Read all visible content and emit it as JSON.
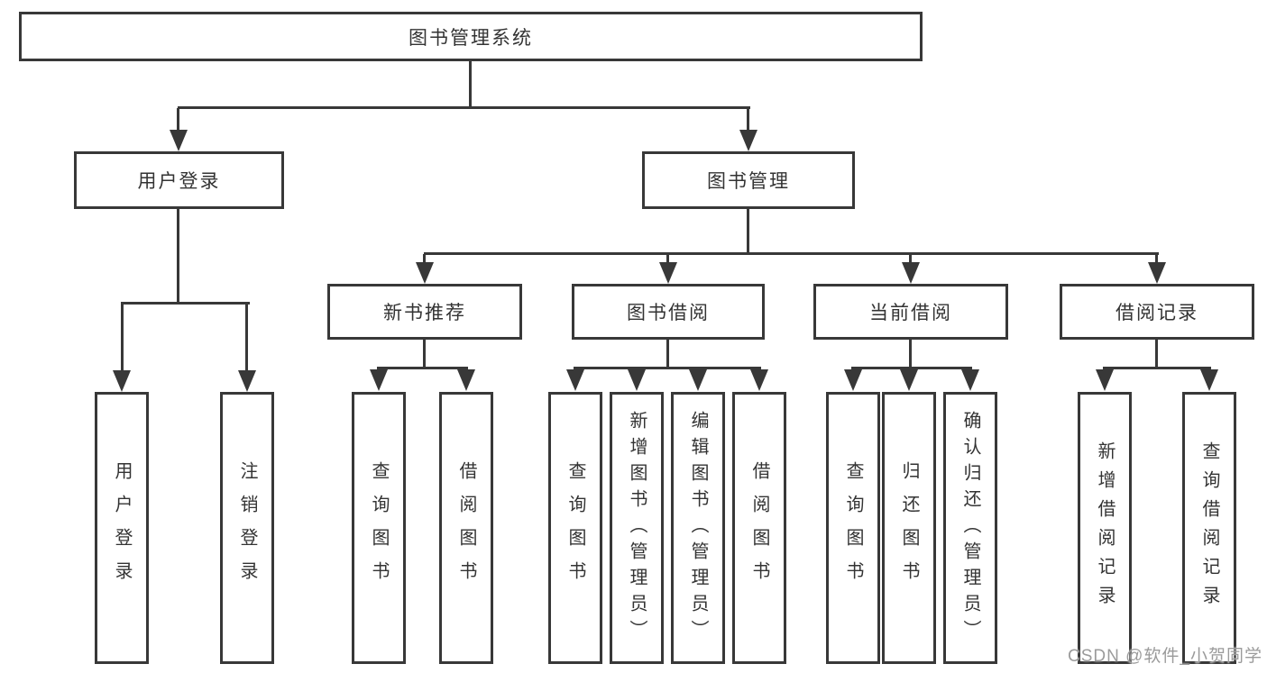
{
  "diagram": {
    "root": {
      "label": "图书管理系统"
    },
    "branches": [
      {
        "label": "用户登录",
        "leaves": [
          "用户登录",
          "注销登录"
        ]
      },
      {
        "label": "图书管理",
        "groups": [
          {
            "label": "新书推荐",
            "leaves": [
              "查询图书",
              "借阅图书"
            ]
          },
          {
            "label": "图书借阅",
            "leaves": [
              "查询图书",
              "新增图书（管理员）",
              "编辑图书（管理员）",
              "借阅图书"
            ]
          },
          {
            "label": "当前借阅",
            "leaves": [
              "查询图书",
              "归还图书",
              "确认归还（管理员）"
            ]
          },
          {
            "label": "借阅记录",
            "leaves": [
              "新增借阅记录",
              "查询借阅记录"
            ]
          }
        ]
      }
    ]
  },
  "watermark": {
    "text": "CSDN @软件_小贺同学"
  },
  "colors": {
    "line": "#383838",
    "text": "#333333",
    "box_background": "#ffffff",
    "page_background": "#ffffff",
    "watermark": "#9b9b9b"
  }
}
